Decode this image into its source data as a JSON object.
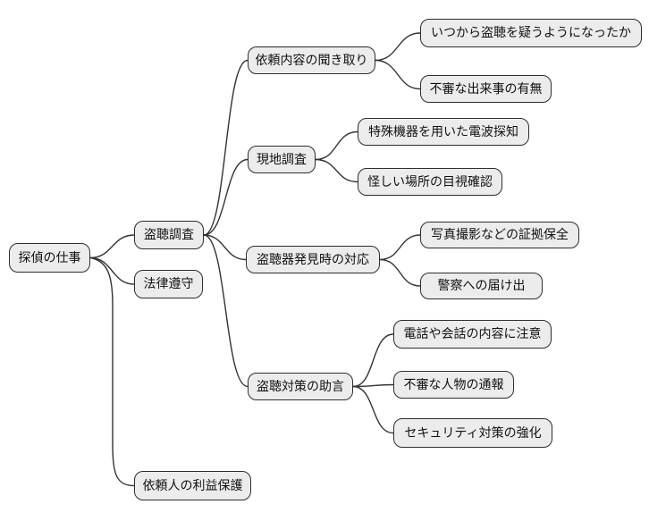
{
  "diagram": {
    "type": "mindmap",
    "colors": {
      "background": "#ffffff",
      "node_fill": "#ececec",
      "node_border": "#2e2e2e",
      "edge_stroke": "#333333",
      "text": "#111111"
    },
    "nodes": {
      "root": {
        "label": "探偵の仕事"
      },
      "tochou_chousa": {
        "label": "盗聴調査"
      },
      "houritsu": {
        "label": "法律遵守"
      },
      "rieki_hogo": {
        "label": "依頼人の利益保護"
      },
      "kikitori": {
        "label": "依頼内容の聞き取り"
      },
      "itsukara": {
        "label": "いつから盗聴を疑うようになったか"
      },
      "fushin_dekigoto": {
        "label": "不審な出来事の有無"
      },
      "genchi_chousa": {
        "label": "現地調査"
      },
      "tokushu_kiki": {
        "label": "特殊機器を用いた電波探知"
      },
      "ayashii_basho": {
        "label": "怪しい場所の目視確認"
      },
      "hakken_taiou": {
        "label": "盗聴器発見時の対応"
      },
      "shashin_satsuei": {
        "label": "写真撮影などの証拠保全"
      },
      "keisatsu": {
        "label": "警察への届け出"
      },
      "taisaku_jogen": {
        "label": "盗聴対策の助言"
      },
      "denwa_kaiwa": {
        "label": "電話や会話の内容に注意"
      },
      "fushin_jinbutsu": {
        "label": "不審な人物の通報"
      },
      "security_kyouka": {
        "label": "セキュリティ対策の強化"
      }
    },
    "edges": [
      {
        "from": "root",
        "to": "tochou_chousa"
      },
      {
        "from": "root",
        "to": "houritsu"
      },
      {
        "from": "root",
        "to": "rieki_hogo"
      },
      {
        "from": "tochou_chousa",
        "to": "kikitori"
      },
      {
        "from": "tochou_chousa",
        "to": "genchi_chousa"
      },
      {
        "from": "tochou_chousa",
        "to": "hakken_taiou"
      },
      {
        "from": "tochou_chousa",
        "to": "taisaku_jogen"
      },
      {
        "from": "kikitori",
        "to": "itsukara"
      },
      {
        "from": "kikitori",
        "to": "fushin_dekigoto"
      },
      {
        "from": "genchi_chousa",
        "to": "tokushu_kiki"
      },
      {
        "from": "genchi_chousa",
        "to": "ayashii_basho"
      },
      {
        "from": "hakken_taiou",
        "to": "shashin_satsuei"
      },
      {
        "from": "hakken_taiou",
        "to": "keisatsu"
      },
      {
        "from": "taisaku_jogen",
        "to": "denwa_kaiwa"
      },
      {
        "from": "taisaku_jogen",
        "to": "fushin_jinbutsu"
      },
      {
        "from": "taisaku_jogen",
        "to": "security_kyouka"
      }
    ]
  }
}
